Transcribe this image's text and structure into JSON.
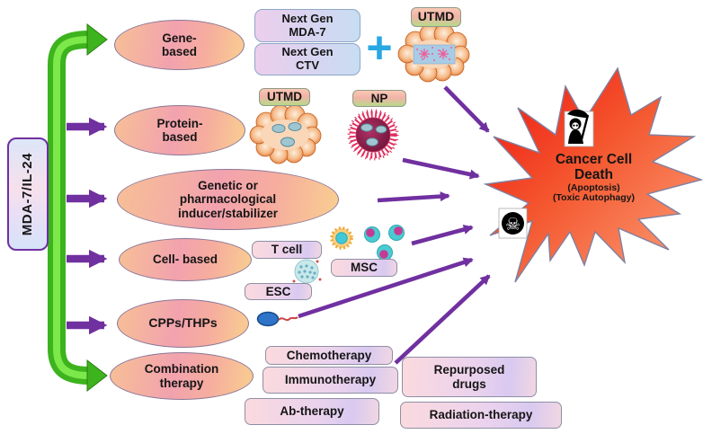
{
  "left_label": {
    "text": "MDA-7/IL-24"
  },
  "branches": {
    "gene": {
      "label": "Gene-\nbased"
    },
    "protein": {
      "label": "Protein-\nbased"
    },
    "inducer": {
      "label": "Genetic or\npharmacological\ninducer/stabilizer"
    },
    "cell": {
      "label": "Cell- based"
    },
    "cpps": {
      "label": "CPPs/THPs"
    },
    "combination": {
      "label": "Combination\ntherapy"
    }
  },
  "gene_items": {
    "next_gen_mda7": "Next Gen\nMDA-7",
    "next_gen_ctv": "Next Gen\nCTV",
    "plus": "+",
    "utmd": "UTMD"
  },
  "protein_items": {
    "utmd": "UTMD",
    "np": "NP"
  },
  "cell_items": {
    "t_cell": "T cell",
    "msc": "MSC",
    "esc": "ESC"
  },
  "combination_items": {
    "chemotherapy": "Chemotherapy",
    "immunotherapy": "Immunotherapy",
    "ab_therapy": "Ab-therapy",
    "repurposed": "Repurposed\ndrugs",
    "radiation": "Radiation-therapy"
  },
  "outcome": {
    "line1": "Cancer Cell",
    "line2": "Death",
    "sub1": "(Apoptosis)",
    "sub2": "(Toxic Autophagy)",
    "skull_glyph": "☠"
  },
  "colors": {
    "arrow_purple": "#7030A0",
    "flow_green": "#3db31e",
    "star_red": "#ee1111",
    "star_salmon": "#fba37d",
    "plus_blue": "#29a8e2"
  }
}
